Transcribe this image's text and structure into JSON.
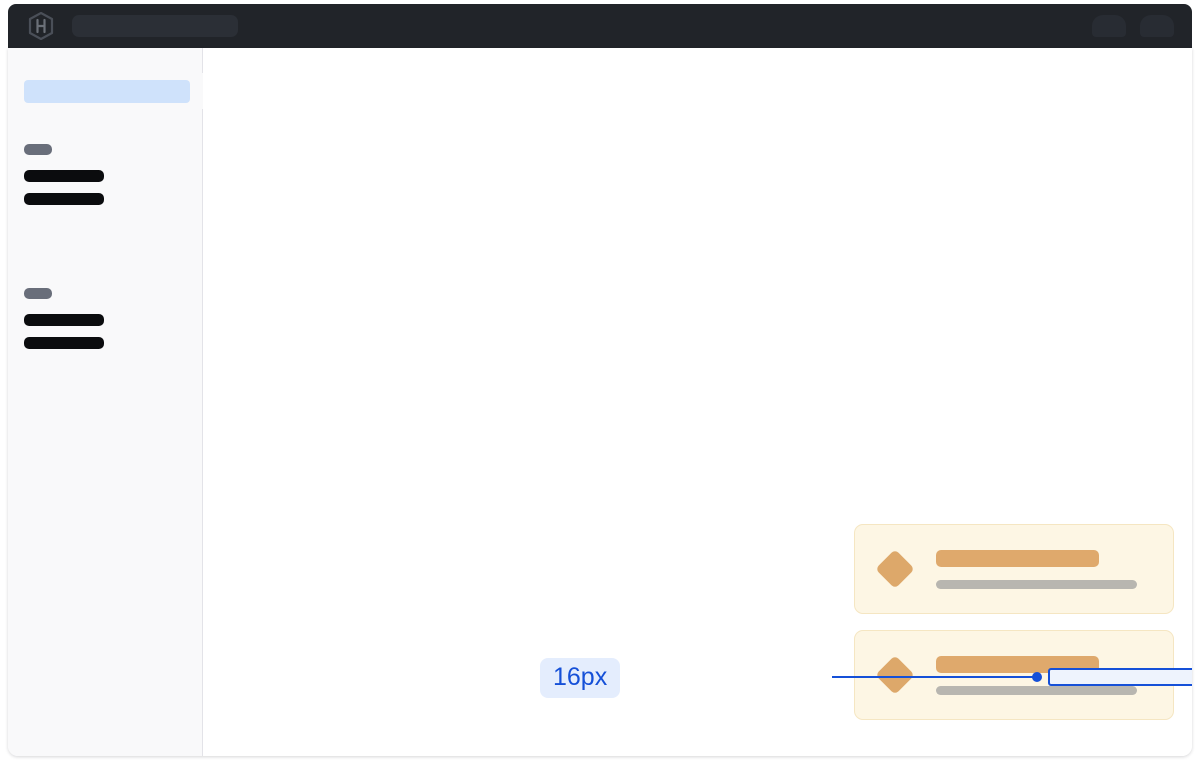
{
  "header": {
    "logo_icon": "hashicorp-hexagon-logo",
    "search": {
      "value": "",
      "placeholder": ""
    },
    "actions": [
      {
        "icon": "header-action-placeholder-1"
      },
      {
        "icon": "header-action-placeholder-2"
      }
    ]
  },
  "sidebar": {
    "active_item": {
      "label": "",
      "state": "selected"
    },
    "tab_handle": {
      "icon": "sidebar-collapse-tab"
    },
    "groups": [
      {
        "section_label": "",
        "items": [
          {
            "label": ""
          },
          {
            "label": ""
          }
        ]
      },
      {
        "section_label": "",
        "items": [
          {
            "label": ""
          },
          {
            "label": ""
          }
        ]
      }
    ]
  },
  "main": {
    "cards": [
      {
        "icon": "diamond-icon",
        "title": "",
        "subtitle": ""
      },
      {
        "icon": "diamond-icon",
        "title": "",
        "subtitle": ""
      }
    ],
    "measurement": {
      "label": "16px",
      "value": 16,
      "unit": "px",
      "axis": "vertical-gap",
      "between": [
        "card-1",
        "card-2"
      ]
    }
  },
  "colors": {
    "header_bg": "#212429",
    "header_field": "#2b2f36",
    "sidebar_bg": "#f9f9fa",
    "sidebar_border": "#e3e3e8",
    "sidebar_active": "#cfe2fb",
    "skeleton_dark": "#0b0c0e",
    "skeleton_gray": "#696e7a",
    "card_bg": "#fdf6e4",
    "card_border": "#f5e6c2",
    "card_accent": "#dda86a",
    "card_title_bar": "#dfa96c",
    "card_sub_bar": "#b8b6b0",
    "measure_blue": "#1550d8",
    "measure_fill": "#eef3fd",
    "measure_label_bg": "#e4edfd",
    "canvas_bg": "#ffffff"
  }
}
